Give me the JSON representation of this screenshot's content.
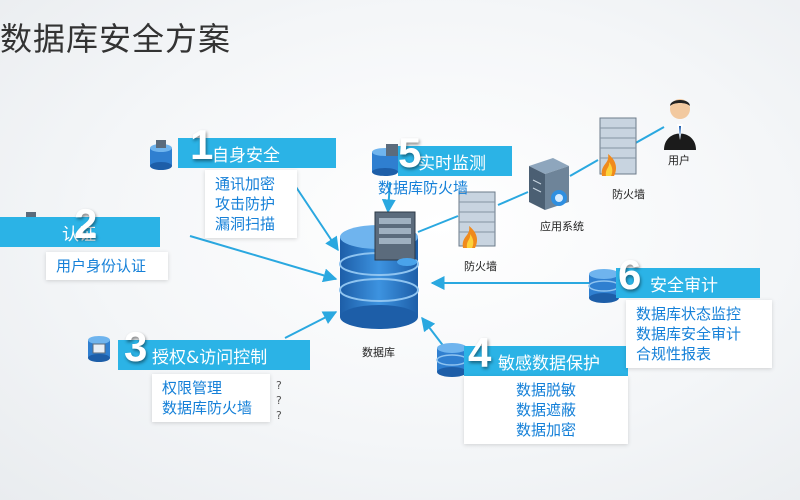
{
  "title": "数据库安全方案",
  "modules": [
    {
      "num": "1",
      "name": "自身安全",
      "items": [
        "通讯加密",
        "攻击防护",
        "漏洞扫描"
      ]
    },
    {
      "num": "2",
      "name": "认证",
      "items": [
        "用户身份认证"
      ]
    },
    {
      "num": "3",
      "name": "授权&访问控制",
      "items": [
        "权限管理",
        "数据库防火墙"
      ]
    },
    {
      "num": "4",
      "name": "敏感数据保护",
      "items": [
        "数据脱敏",
        "数据遮蔽",
        "数据加密"
      ]
    },
    {
      "num": "5",
      "name": "实时监测",
      "items": [
        "数据库防火墙"
      ]
    },
    {
      "num": "6",
      "name": "安全审计",
      "items": [
        "数据库状态监控",
        "数据库安全审计",
        "合规性报表"
      ]
    }
  ],
  "nodes": {
    "database": "数据库",
    "firewall_left": "防火墙",
    "app_system": "应用系统",
    "firewall_right": "防火墙",
    "user": "用户"
  },
  "question_marks": [
    "?",
    "?",
    "?"
  ],
  "colors": {
    "banner": "#2bb3e6",
    "text_blue": "#1580d8",
    "arrow": "#2aa8e0",
    "db_blue": "#2f7fd0"
  }
}
